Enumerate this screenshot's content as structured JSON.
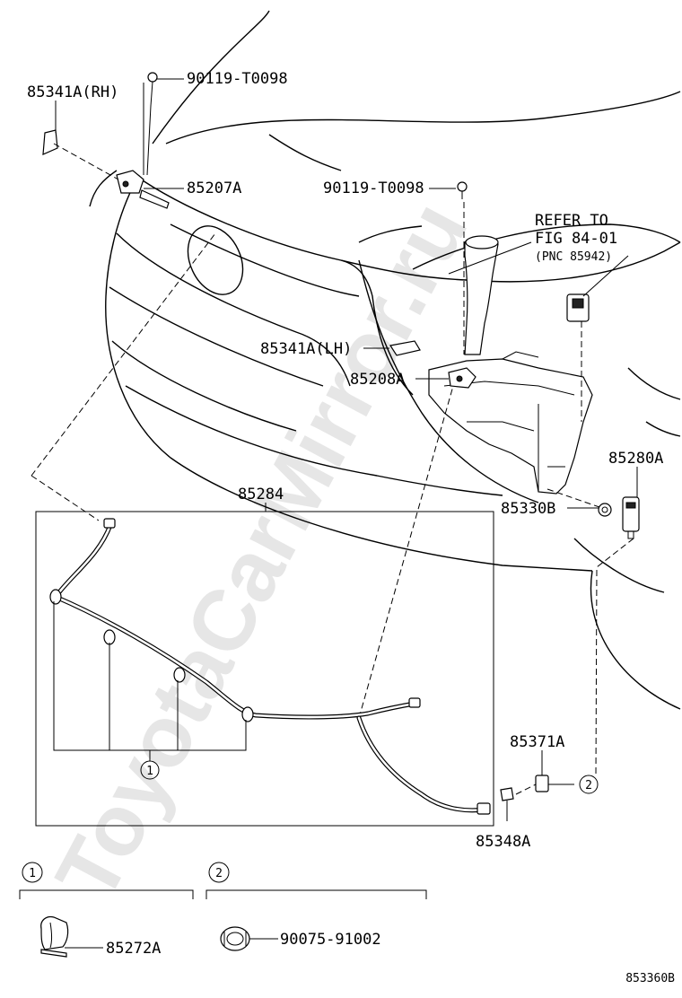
{
  "watermark": "ToyotaCarMirror.ru",
  "labels": {
    "p85341a_rh": "85341A(RH)",
    "p90119_top": "90119-T0098",
    "p85207a": "85207A",
    "p90119_mid": "90119-T0098",
    "refer_line1": "REFER TO",
    "refer_line2": "FIG 84-01",
    "refer_line3": "(PNC 85942)",
    "p85341a_lh": "85341A(LH)",
    "p85208a": "85208A",
    "p85280a": "85280A",
    "p85284": "85284",
    "p85330b": "85330B",
    "p85371a": "85371A",
    "p85348a": "85348A",
    "callout_1": "1",
    "callout_2": "2",
    "legend_1_num": "1",
    "legend_2_num": "2",
    "p85272a": "85272A",
    "p90075": "90075-91002",
    "diagram_id": "853360B"
  }
}
